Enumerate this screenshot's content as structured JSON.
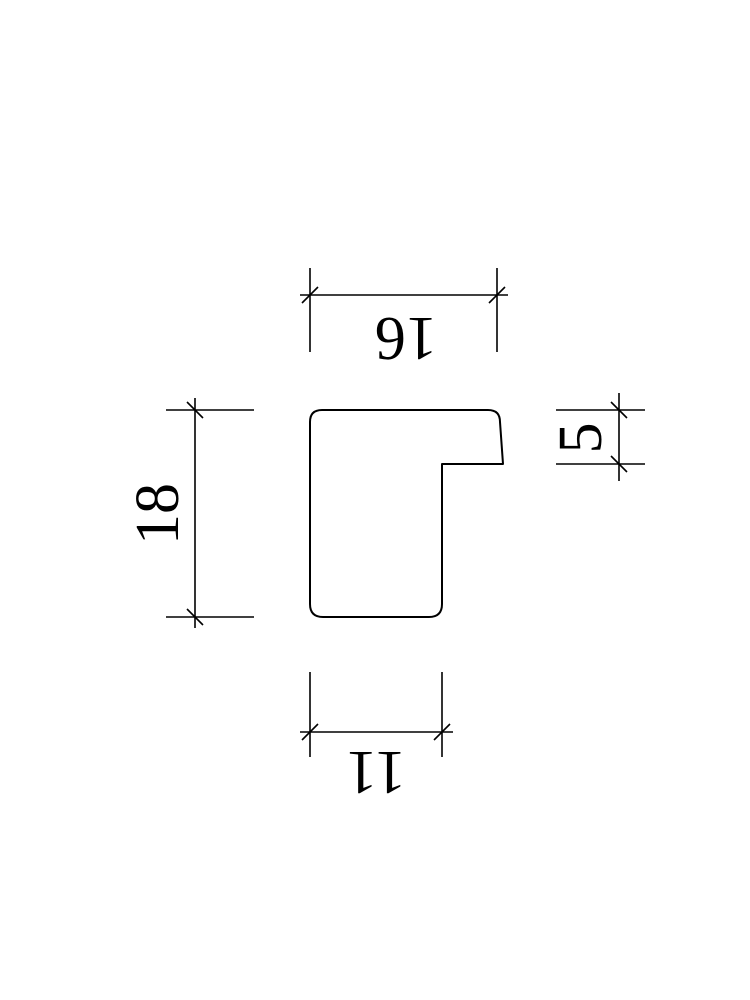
{
  "diagram": {
    "type": "cad-profile-section",
    "dimensions": {
      "top_width": "16",
      "left_height": "18",
      "right_step": "5",
      "bottom_width": "11"
    },
    "colors": {
      "background": "#ffffff",
      "line": "#000000"
    }
  }
}
